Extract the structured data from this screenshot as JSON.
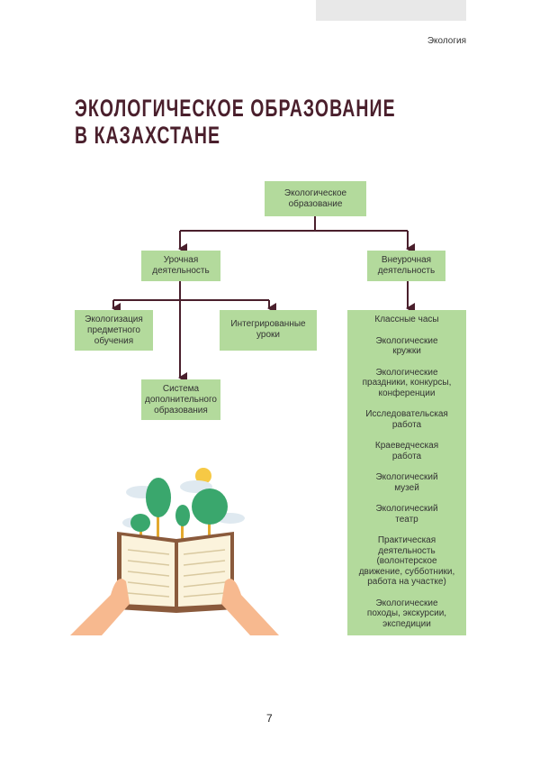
{
  "header": {
    "section": "Экология"
  },
  "title": {
    "line1": "ЭКОЛОГИЧЕСКОЕ ОБРАЗОВАНИЕ",
    "line2": "В КАЗАХСТАНЕ"
  },
  "diagram": {
    "root": "Экологическое\nобразование",
    "lesson": "Урочная\nдеятельность",
    "extra": "Внеурочная\nдеятельность",
    "lesson_children": [
      "Экологизация\nпредметного\nобучения",
      "Интегрированные\nуроки",
      "Система\nдополнительного\nобразования"
    ],
    "extra_items": [
      "Классные часы",
      "Экологические\nкружки",
      "Экологические\nпраздники, конкурсы,\nконференции",
      "Исследовательская\nработа",
      "Краеведческая\nработа",
      "Экологический\nмузей",
      "Экологический\nтеатр",
      "Практическая\nдеятельность\n(волонтерское\nдвижение, субботники,\nработа на участке)",
      "Экологические\nпоходы, экскурсии,\nэкспедиции"
    ]
  },
  "footer": {
    "page_number": "7"
  }
}
